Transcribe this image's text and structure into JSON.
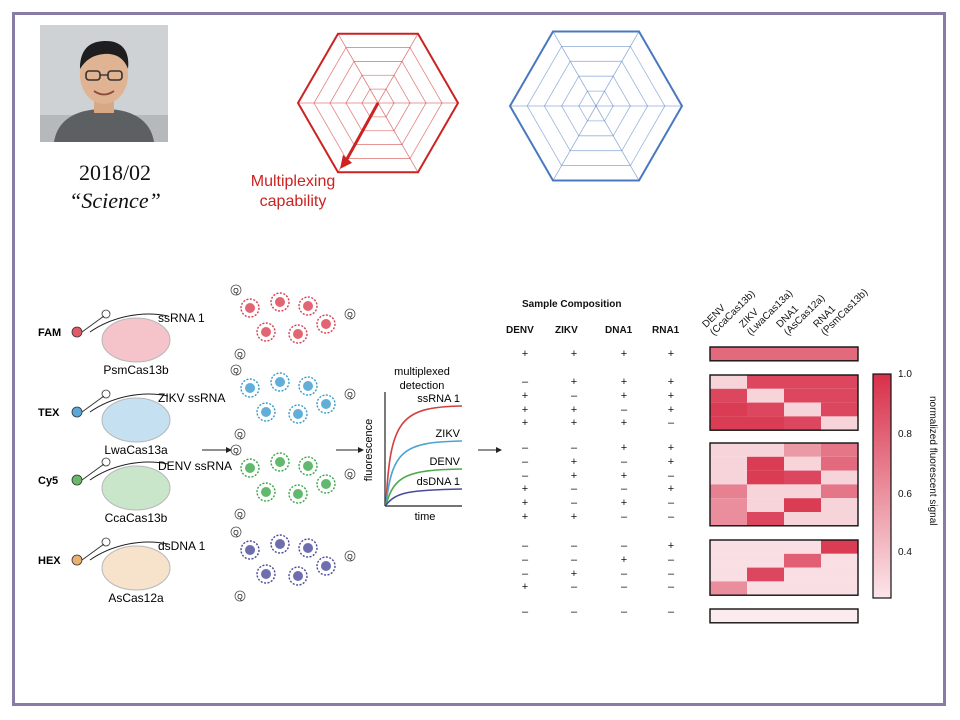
{
  "caption": {
    "year": "2018/02",
    "journal": "“Science”"
  },
  "radar_label": {
    "line1": "Multiplexing",
    "line2": "capability"
  },
  "colors": {
    "red": "#cc2222",
    "blue": "#4a78c0",
    "frame": "#8a7aa6",
    "heat": "#d8304a"
  },
  "schematic": {
    "probes": [
      {
        "dye": "FAM",
        "target": "ssRNA 1",
        "enzyme": "PsmCas13b",
        "color": "#e05a6a"
      },
      {
        "dye": "TEX",
        "target": "ZIKV ssRNA",
        "enzyme": "LwaCas13a",
        "color": "#5aa7d8"
      },
      {
        "dye": "Cy5",
        "target": "DENV ssRNA",
        "enzyme": "CcaCas13b",
        "color": "#6ab86a"
      },
      {
        "dye": "HEX",
        "target": "dsDNA 1",
        "enzyme": "AsCas12a",
        "color": "#e9b070"
      }
    ],
    "quencher": "Q"
  },
  "detection_plot": {
    "title_line1": "multiplexed",
    "title_line2": "detection",
    "ylabel": "fluorescence",
    "xlabel": "time",
    "curves": [
      "ssRNA 1",
      "ZIKV",
      "DENV",
      "dsDNA 1"
    ]
  },
  "sample_composition": {
    "title": "Sample Composition",
    "columns": [
      "DENV",
      "ZIKV",
      "DNA1",
      "RNA1"
    ],
    "groups": [
      [
        [
          "+",
          "+",
          "+",
          "+"
        ]
      ],
      [
        [
          "–",
          "+",
          "+",
          "+"
        ],
        [
          "+",
          "–",
          "+",
          "+"
        ],
        [
          "+",
          "+",
          "–",
          "+"
        ],
        [
          "+",
          "+",
          "+",
          "–"
        ]
      ],
      [
        [
          "–",
          "–",
          "+",
          "+"
        ],
        [
          "–",
          "+",
          "–",
          "+"
        ],
        [
          "–",
          "+",
          "+",
          "–"
        ],
        [
          "+",
          "–",
          "–",
          "+"
        ],
        [
          "+",
          "–",
          "+",
          "–"
        ],
        [
          "+",
          "+",
          "–",
          "–"
        ]
      ],
      [
        [
          "–",
          "–",
          "–",
          "+"
        ],
        [
          "–",
          "–",
          "+",
          "–"
        ],
        [
          "–",
          "+",
          "–",
          "–"
        ],
        [
          "+",
          "–",
          "–",
          "–"
        ]
      ],
      [
        [
          "–",
          "–",
          "–",
          "–"
        ]
      ]
    ]
  },
  "heatmap": {
    "columns": [
      "DENV\n(CcaCas13b)",
      "ZIKV\n(LwaCas13a)",
      "DNA1\n(AsCas12a)",
      "RNA1\n(PsmCas13b)"
    ],
    "groups": [
      [
        [
          0.75,
          0.75,
          0.75,
          0.75
        ]
      ],
      [
        [
          0.3,
          0.9,
          0.9,
          0.9
        ],
        [
          0.9,
          0.3,
          0.9,
          0.9
        ],
        [
          0.95,
          0.9,
          0.3,
          0.9
        ],
        [
          0.95,
          0.95,
          0.9,
          0.3
        ]
      ],
      [
        [
          0.3,
          0.3,
          0.55,
          0.7
        ],
        [
          0.3,
          0.95,
          0.3,
          0.75
        ],
        [
          0.3,
          0.95,
          0.9,
          0.3
        ],
        [
          0.65,
          0.3,
          0.3,
          0.7
        ],
        [
          0.6,
          0.3,
          0.95,
          0.3
        ],
        [
          0.6,
          0.9,
          0.3,
          0.3
        ]
      ],
      [
        [
          0.25,
          0.25,
          0.25,
          0.95
        ],
        [
          0.25,
          0.25,
          0.8,
          0.25
        ],
        [
          0.25,
          0.9,
          0.25,
          0.25
        ],
        [
          0.6,
          0.25,
          0.25,
          0.25
        ]
      ],
      [
        [
          0.2,
          0.2,
          0.2,
          0.2
        ]
      ]
    ],
    "colorbar": {
      "label": "normalized fluorescent signal",
      "ticks": [
        "1.0",
        "0.8",
        "0.6",
        "0.4"
      ]
    }
  }
}
